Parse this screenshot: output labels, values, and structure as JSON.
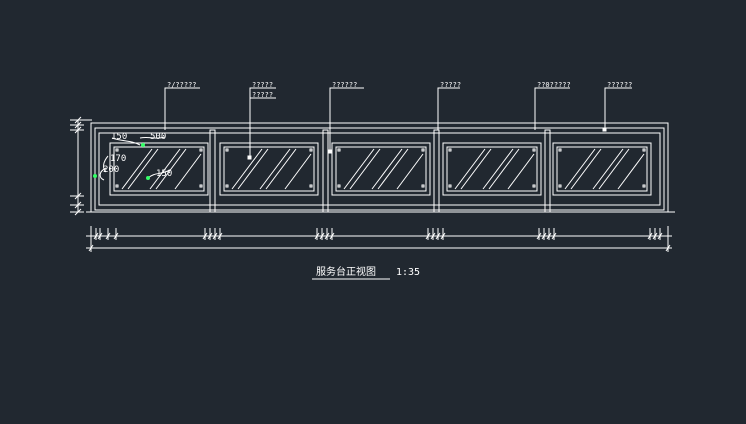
{
  "drawing": {
    "title": "服务台正视图",
    "scale": "1:35",
    "colors": {
      "background": "#212830",
      "line": "#ffffff",
      "accent": "#33ff66"
    },
    "callouts": [
      {
        "text": "?/?????"
      },
      {
        "text": "?????"
      },
      {
        "text": "?????"
      },
      {
        "text": "??????"
      },
      {
        "text": "?????"
      },
      {
        "text": "??0?????"
      },
      {
        "text": "??????"
      }
    ],
    "dimensions": {
      "d1": "150",
      "d2": "500",
      "d3": "170",
      "d4": "200",
      "d5": "150"
    }
  }
}
